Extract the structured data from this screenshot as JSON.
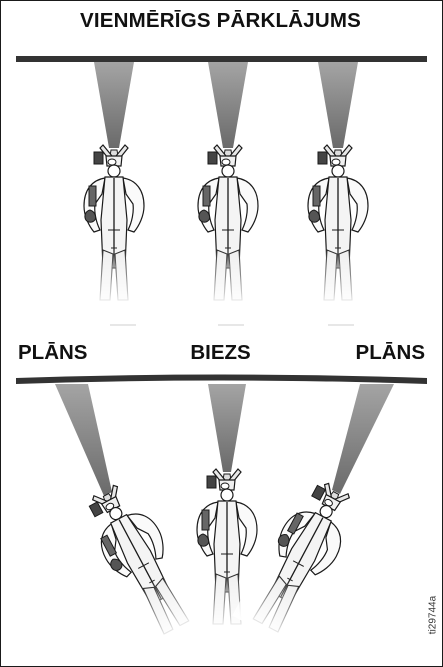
{
  "title": "VIENMĒRĪGS PĀRKLĀJUMS",
  "labels": {
    "left": "PLĀNS",
    "center": "BIEZS",
    "right": "PLĀNS"
  },
  "figure_id": "ti29744a",
  "colors": {
    "surface": "#333333",
    "spray": "#8f8f8f",
    "outline": "#1a1a1a"
  },
  "icons": [
    "spray-gun-operator-icon"
  ]
}
